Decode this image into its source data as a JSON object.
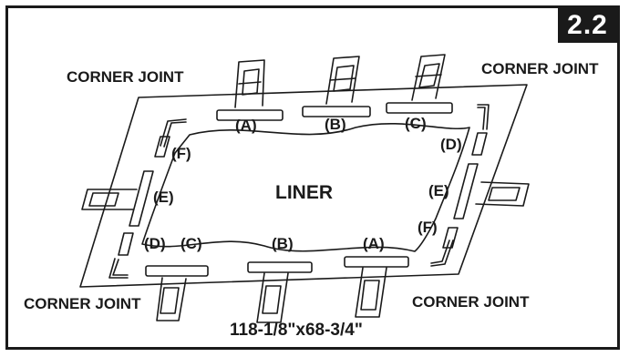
{
  "step_badge": "2.2",
  "corner_labels": {
    "top_left": "CORNER JOINT",
    "top_right": "CORNER JOINT",
    "bottom_left": "CORNER JOINT",
    "bottom_right": "CORNER JOINT"
  },
  "liner_label": "LINER",
  "part_labels": {
    "top_a": "(A)",
    "top_b": "(B)",
    "top_c": "(C)",
    "right_d": "(D)",
    "right_e": "(E)",
    "right_f": "(F)",
    "left_f": "(F)",
    "left_e": "(E)",
    "bottom_d": "(D)",
    "bottom_c": "(C)",
    "bottom_b": "(B)",
    "bottom_a": "(A)"
  },
  "dimensions": "118-1/8\"x68-3/4\""
}
